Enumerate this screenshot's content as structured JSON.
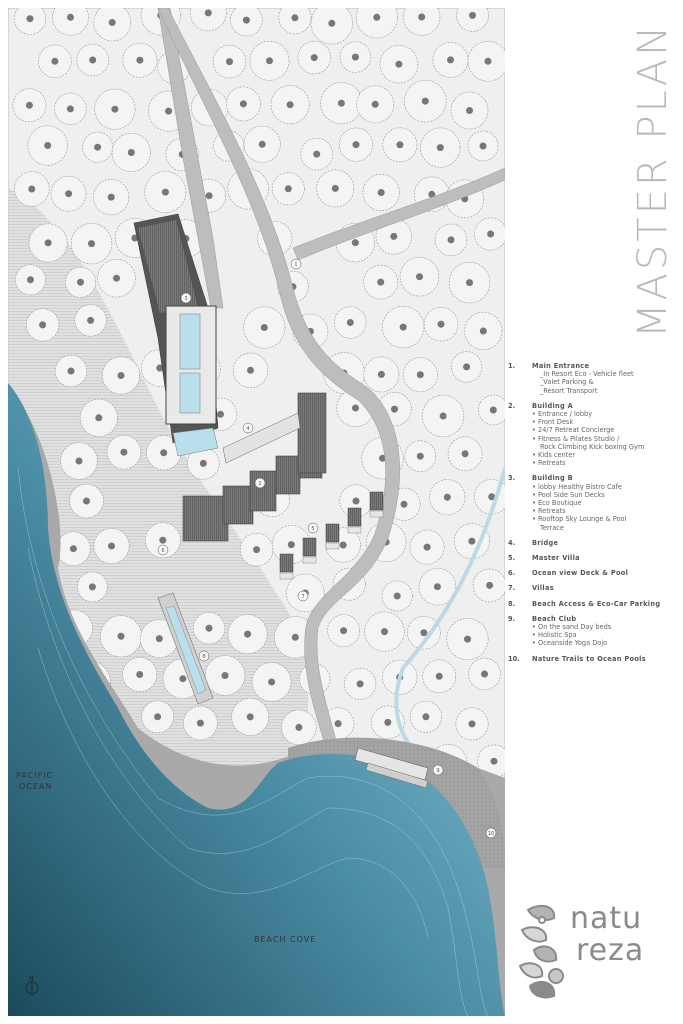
{
  "title": "MASTER PLAN",
  "map_labels": {
    "pacific_ocean_line1": "PACIFIC",
    "pacific_ocean_line2": "OCEAN",
    "beach_cove": "BEACH COVE",
    "north": "N"
  },
  "markers": [
    "1",
    "2",
    "3",
    "4",
    "5",
    "6",
    "7",
    "8",
    "9",
    "10"
  ],
  "legend": [
    {
      "num": "1.",
      "title": "Main Entrance",
      "items": [
        {
          "text": "_In Resort Eco - Vehicle fleet",
          "style": "plain"
        },
        {
          "text": "_Valet Parking &",
          "style": "plain"
        },
        {
          "text": "_Resort Transport",
          "style": "plain"
        }
      ]
    },
    {
      "num": "2.",
      "title": "Building A",
      "items": [
        {
          "text": "Entrance / lobby",
          "style": "bul"
        },
        {
          "text": "Front Desk",
          "style": "bul"
        },
        {
          "text": "24/7 Retreat Concierge",
          "style": "bul"
        },
        {
          "text": "Fitness & Pilates Studio /",
          "style": "bul"
        },
        {
          "text": "Rock Climbing Kick boxing Gym",
          "style": "plain"
        },
        {
          "text": "Kids center",
          "style": "bul"
        },
        {
          "text": "Retreats",
          "style": "bul"
        }
      ]
    },
    {
      "num": "3.",
      "title": "Building B",
      "items": [
        {
          "text": "lobby Healthy Bistro Cafe",
          "style": "bul"
        },
        {
          "text": "Pool Side Sun Decks",
          "style": "bul"
        },
        {
          "text": "Eco Boutique",
          "style": "bul"
        },
        {
          "text": "Retreats",
          "style": "bul"
        },
        {
          "text": "Rooftop Sky Lounge &  Pool",
          "style": "bul"
        },
        {
          "text": "Terrace",
          "style": "plain"
        }
      ]
    },
    {
      "num": "4.",
      "title": "Bridge",
      "items": []
    },
    {
      "num": "5.",
      "title": "Master Villa",
      "items": []
    },
    {
      "num": "6.",
      "title": "Ocean view Deck & Pool",
      "items": []
    },
    {
      "num": "7.",
      "title": "Villas",
      "items": []
    },
    {
      "num": "8.",
      "title": "Beach Access & Eco-Car Parking",
      "items": []
    },
    {
      "num": "9.",
      "title": "Beach Club",
      "items": [
        {
          "text": "On the sand Day beds",
          "style": "bul"
        },
        {
          "text": "Holistic Spa",
          "style": "bul"
        },
        {
          "text": "Oceanside Yoga Dojo",
          "style": "bul"
        }
      ]
    },
    {
      "num": "10.",
      "title": "Nature Trails to Ocean Pools",
      "items": []
    }
  ],
  "logo": {
    "line1": "natu",
    "line2": "reza"
  },
  "colors": {
    "ocean_light": "#8fc9dc",
    "ocean_dark": "#1c4a5c",
    "land": "#efefef",
    "building": "#6f6f6f",
    "road": "#bdbdbd",
    "beach": "#a9a9a9",
    "logo_gray": "#8a8a8a"
  }
}
